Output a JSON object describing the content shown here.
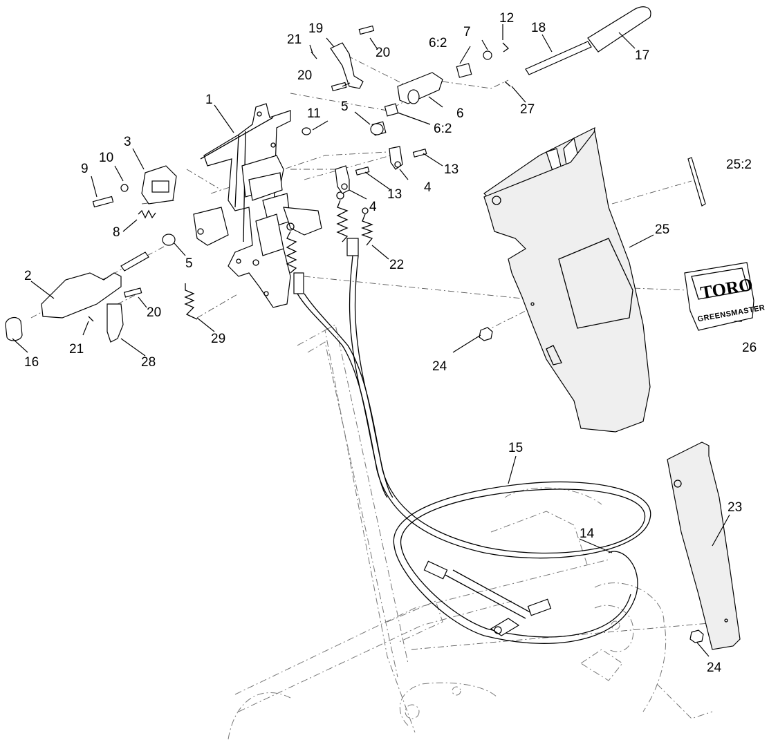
{
  "callouts": {
    "c1": "1",
    "c2": "2",
    "c3": "3",
    "c4a": "4",
    "c4b": "4",
    "c5a": "5",
    "c5b": "5",
    "c6": "6",
    "c6_2a": "6:2",
    "c6_2b": "6:2",
    "c7": "7",
    "c8": "8",
    "c9": "9",
    "c10": "10",
    "c11": "11",
    "c12": "12",
    "c13a": "13",
    "c13b": "13",
    "c14": "14",
    "c15": "15",
    "c16": "16",
    "c17": "17",
    "c18": "18",
    "c19": "19",
    "c20a": "20",
    "c20b": "20",
    "c20c": "20",
    "c21a": "21",
    "c21b": "21",
    "c22": "22",
    "c23": "23",
    "c24a": "24",
    "c24b": "24",
    "c25": "25",
    "c25_2": "25:2",
    "c26": "26",
    "c27": "27",
    "c28": "28",
    "c29": "29"
  },
  "decal": {
    "brand": "TORO",
    "product": "GREENSMASTER"
  },
  "colors": {
    "line": "#000000",
    "phantom": "#777777",
    "panel_fill": "#efefef"
  }
}
